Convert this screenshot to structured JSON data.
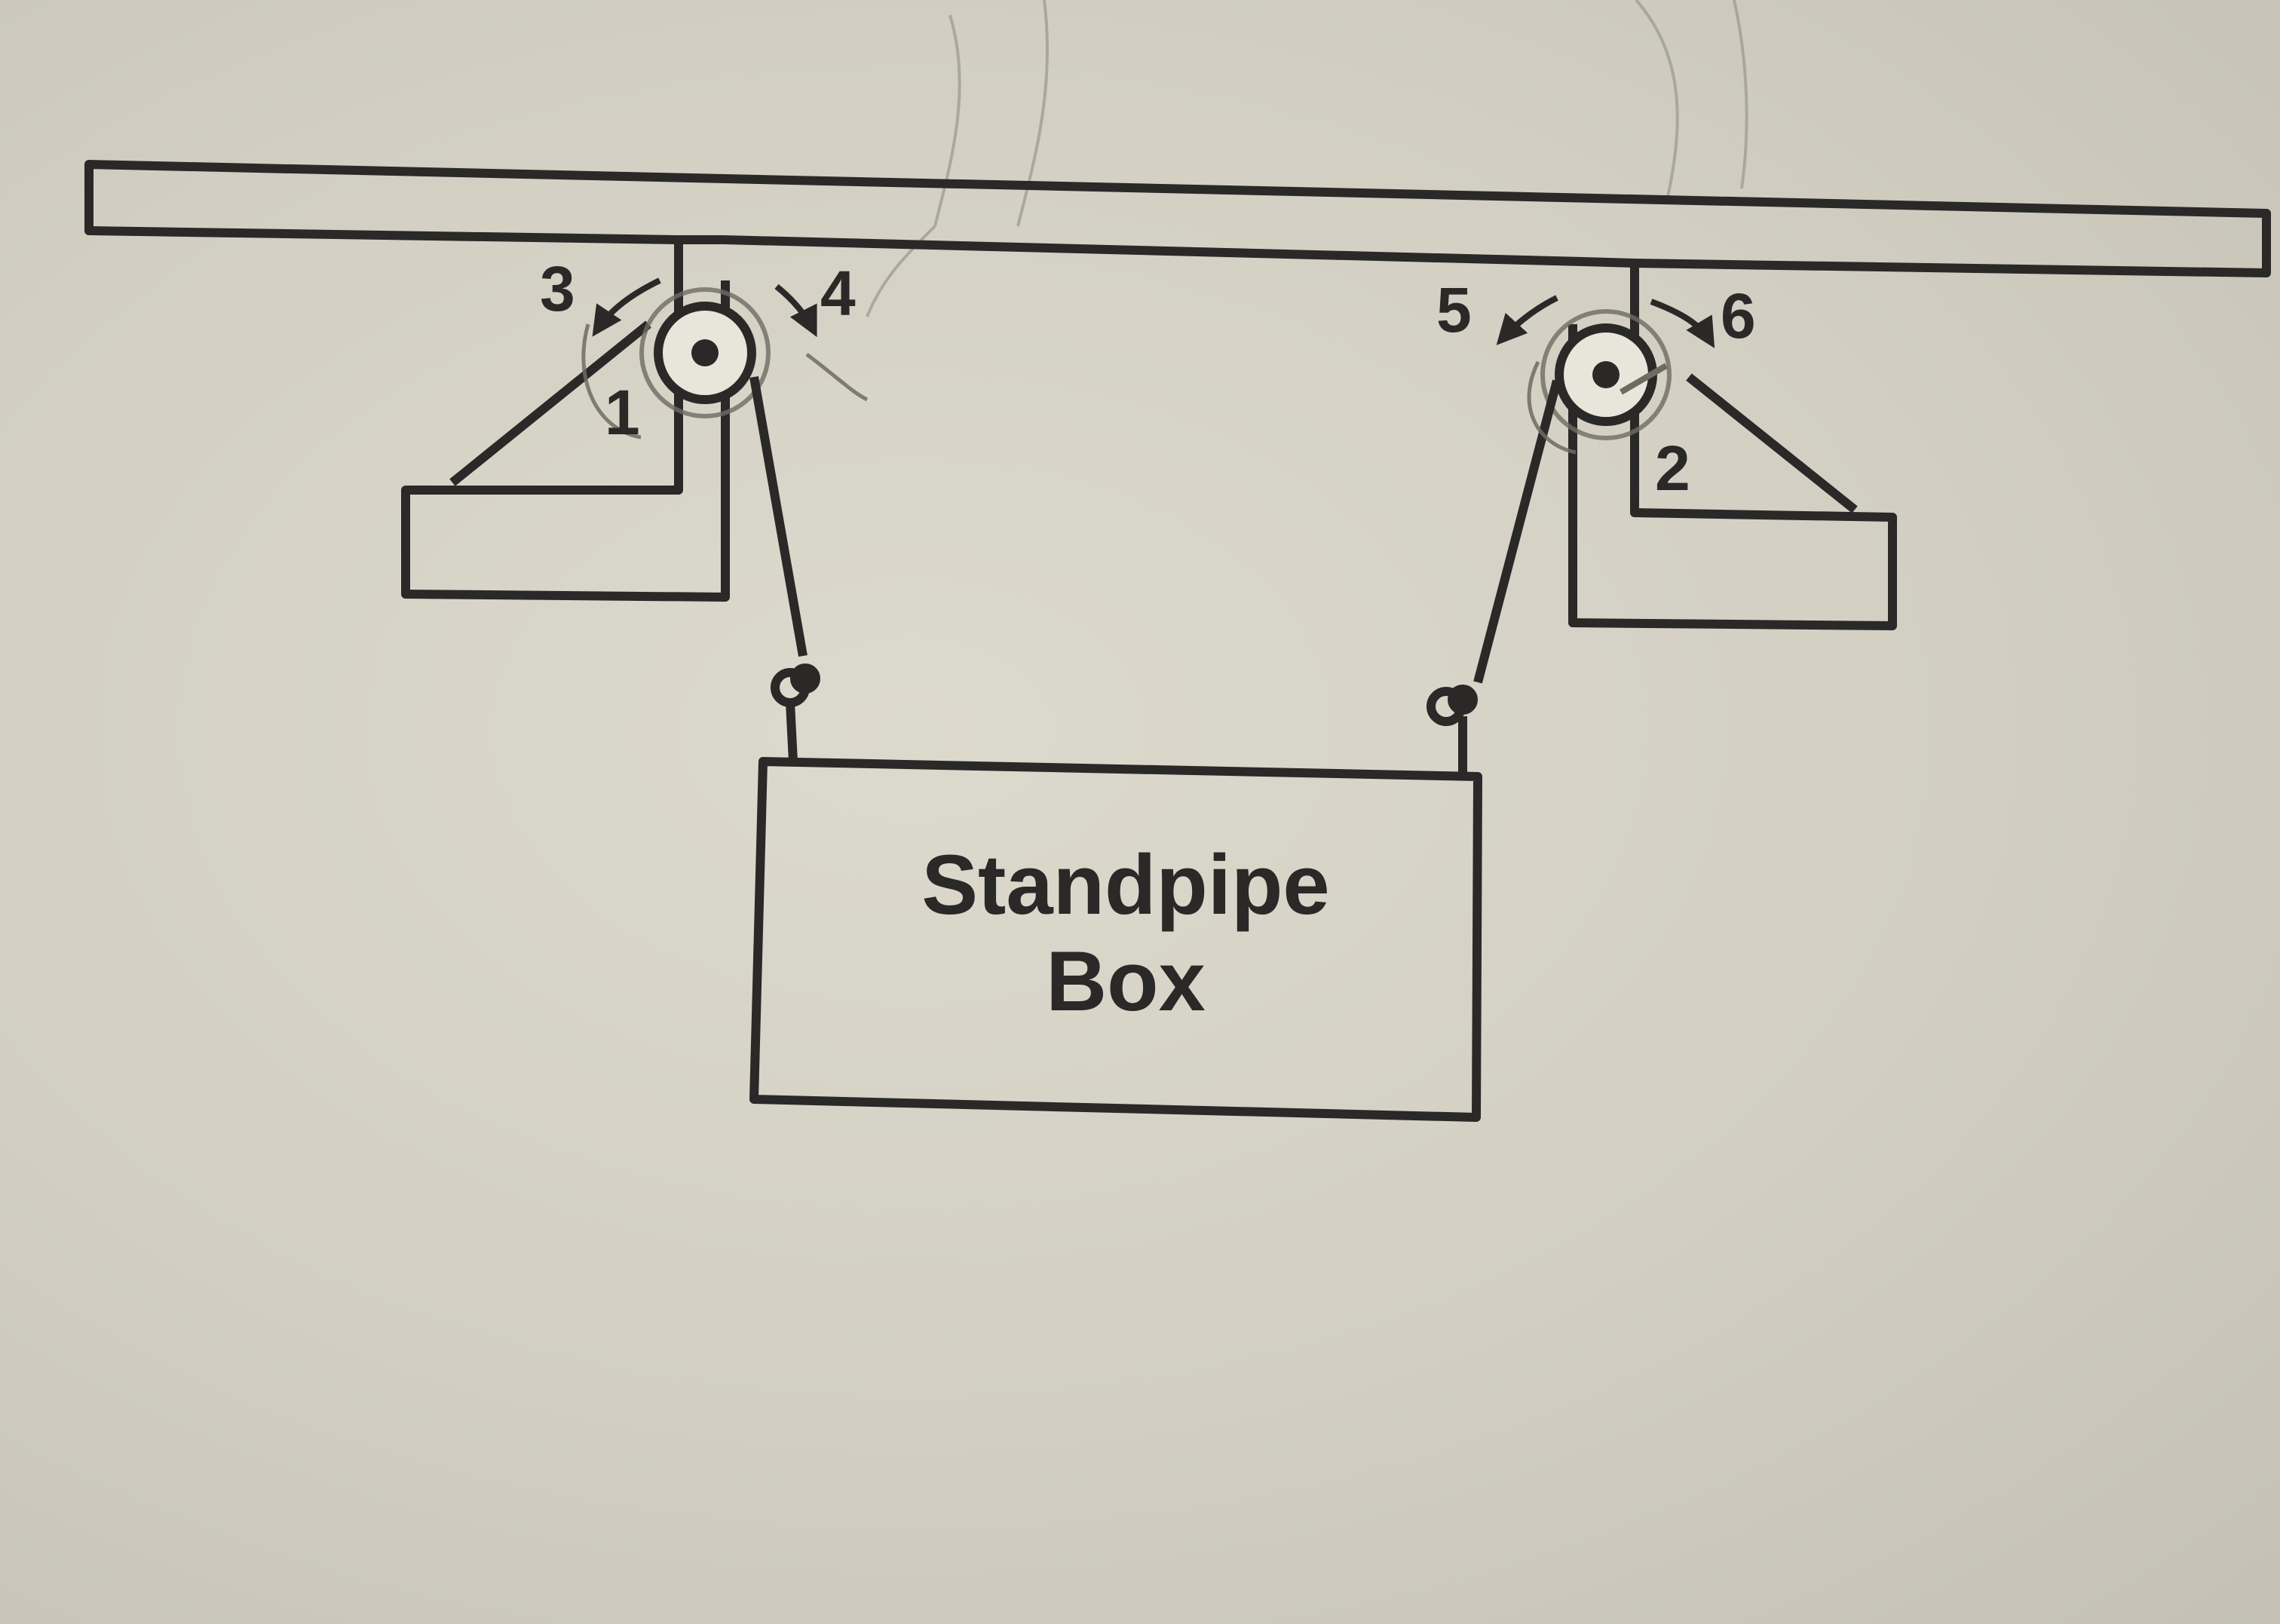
{
  "diagram": {
    "box_label_line1": "Standpipe",
    "box_label_line2": "Box",
    "numbers": {
      "n1": "1",
      "n2": "2",
      "n3": "3",
      "n4": "4",
      "n5": "5",
      "n6": "6"
    },
    "colors": {
      "ink": "#2a2927",
      "paper": "#d4d1c4"
    }
  }
}
